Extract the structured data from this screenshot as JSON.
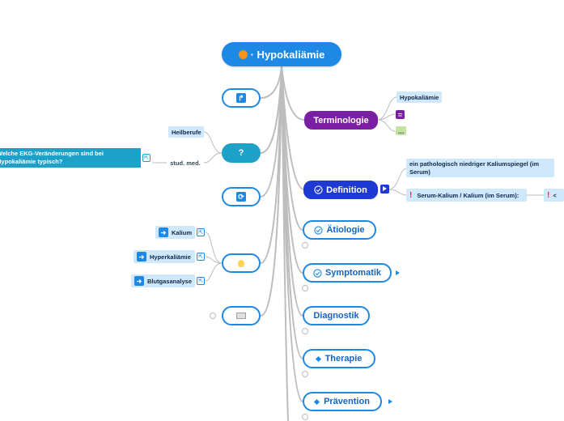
{
  "root": {
    "title": "· Hypokaliämie"
  },
  "branches": {
    "terminologie": {
      "label": "Terminologie",
      "children": [
        "Hypokaliämie",
        "=",
        "..."
      ]
    },
    "definition": {
      "label": "Definition",
      "children": [
        "ein pathologisch niedriger Kaliumspiegel (im Serum)",
        "Serum-Kalium / Kalium (im Serum):",
        "<"
      ]
    },
    "aetiologie": {
      "label": "Ätiologie"
    },
    "symptomatik": {
      "label": "Symptomatik"
    },
    "diagnostik": {
      "label": "Diagnostik"
    },
    "therapie": {
      "label": "Therapie"
    },
    "praevention": {
      "label": "Prävention"
    }
  },
  "left": {
    "question_symbol": "?",
    "question_children": [
      "Heilberufe",
      "stud. med."
    ],
    "question_text": "Welche EKG-Veränderungen sind bei Hypokaliämie typisch?",
    "links": [
      "Kalium",
      "Hyperkaliämie",
      "Blutgasanalyse"
    ]
  },
  "colors": {
    "accent": "#1e88e5",
    "purple": "#7b1fa2",
    "definition": "#1e3ad3",
    "teal": "#1ea1c9",
    "label_bg": "#cfe8fb"
  },
  "icons": [
    "book-icon",
    "lightbulb-icon",
    "refresh-icon",
    "question-icon",
    "arrow-right-icon",
    "external-link-icon",
    "check-circle-icon",
    "diamond-icon",
    "exclamation-icon"
  ]
}
